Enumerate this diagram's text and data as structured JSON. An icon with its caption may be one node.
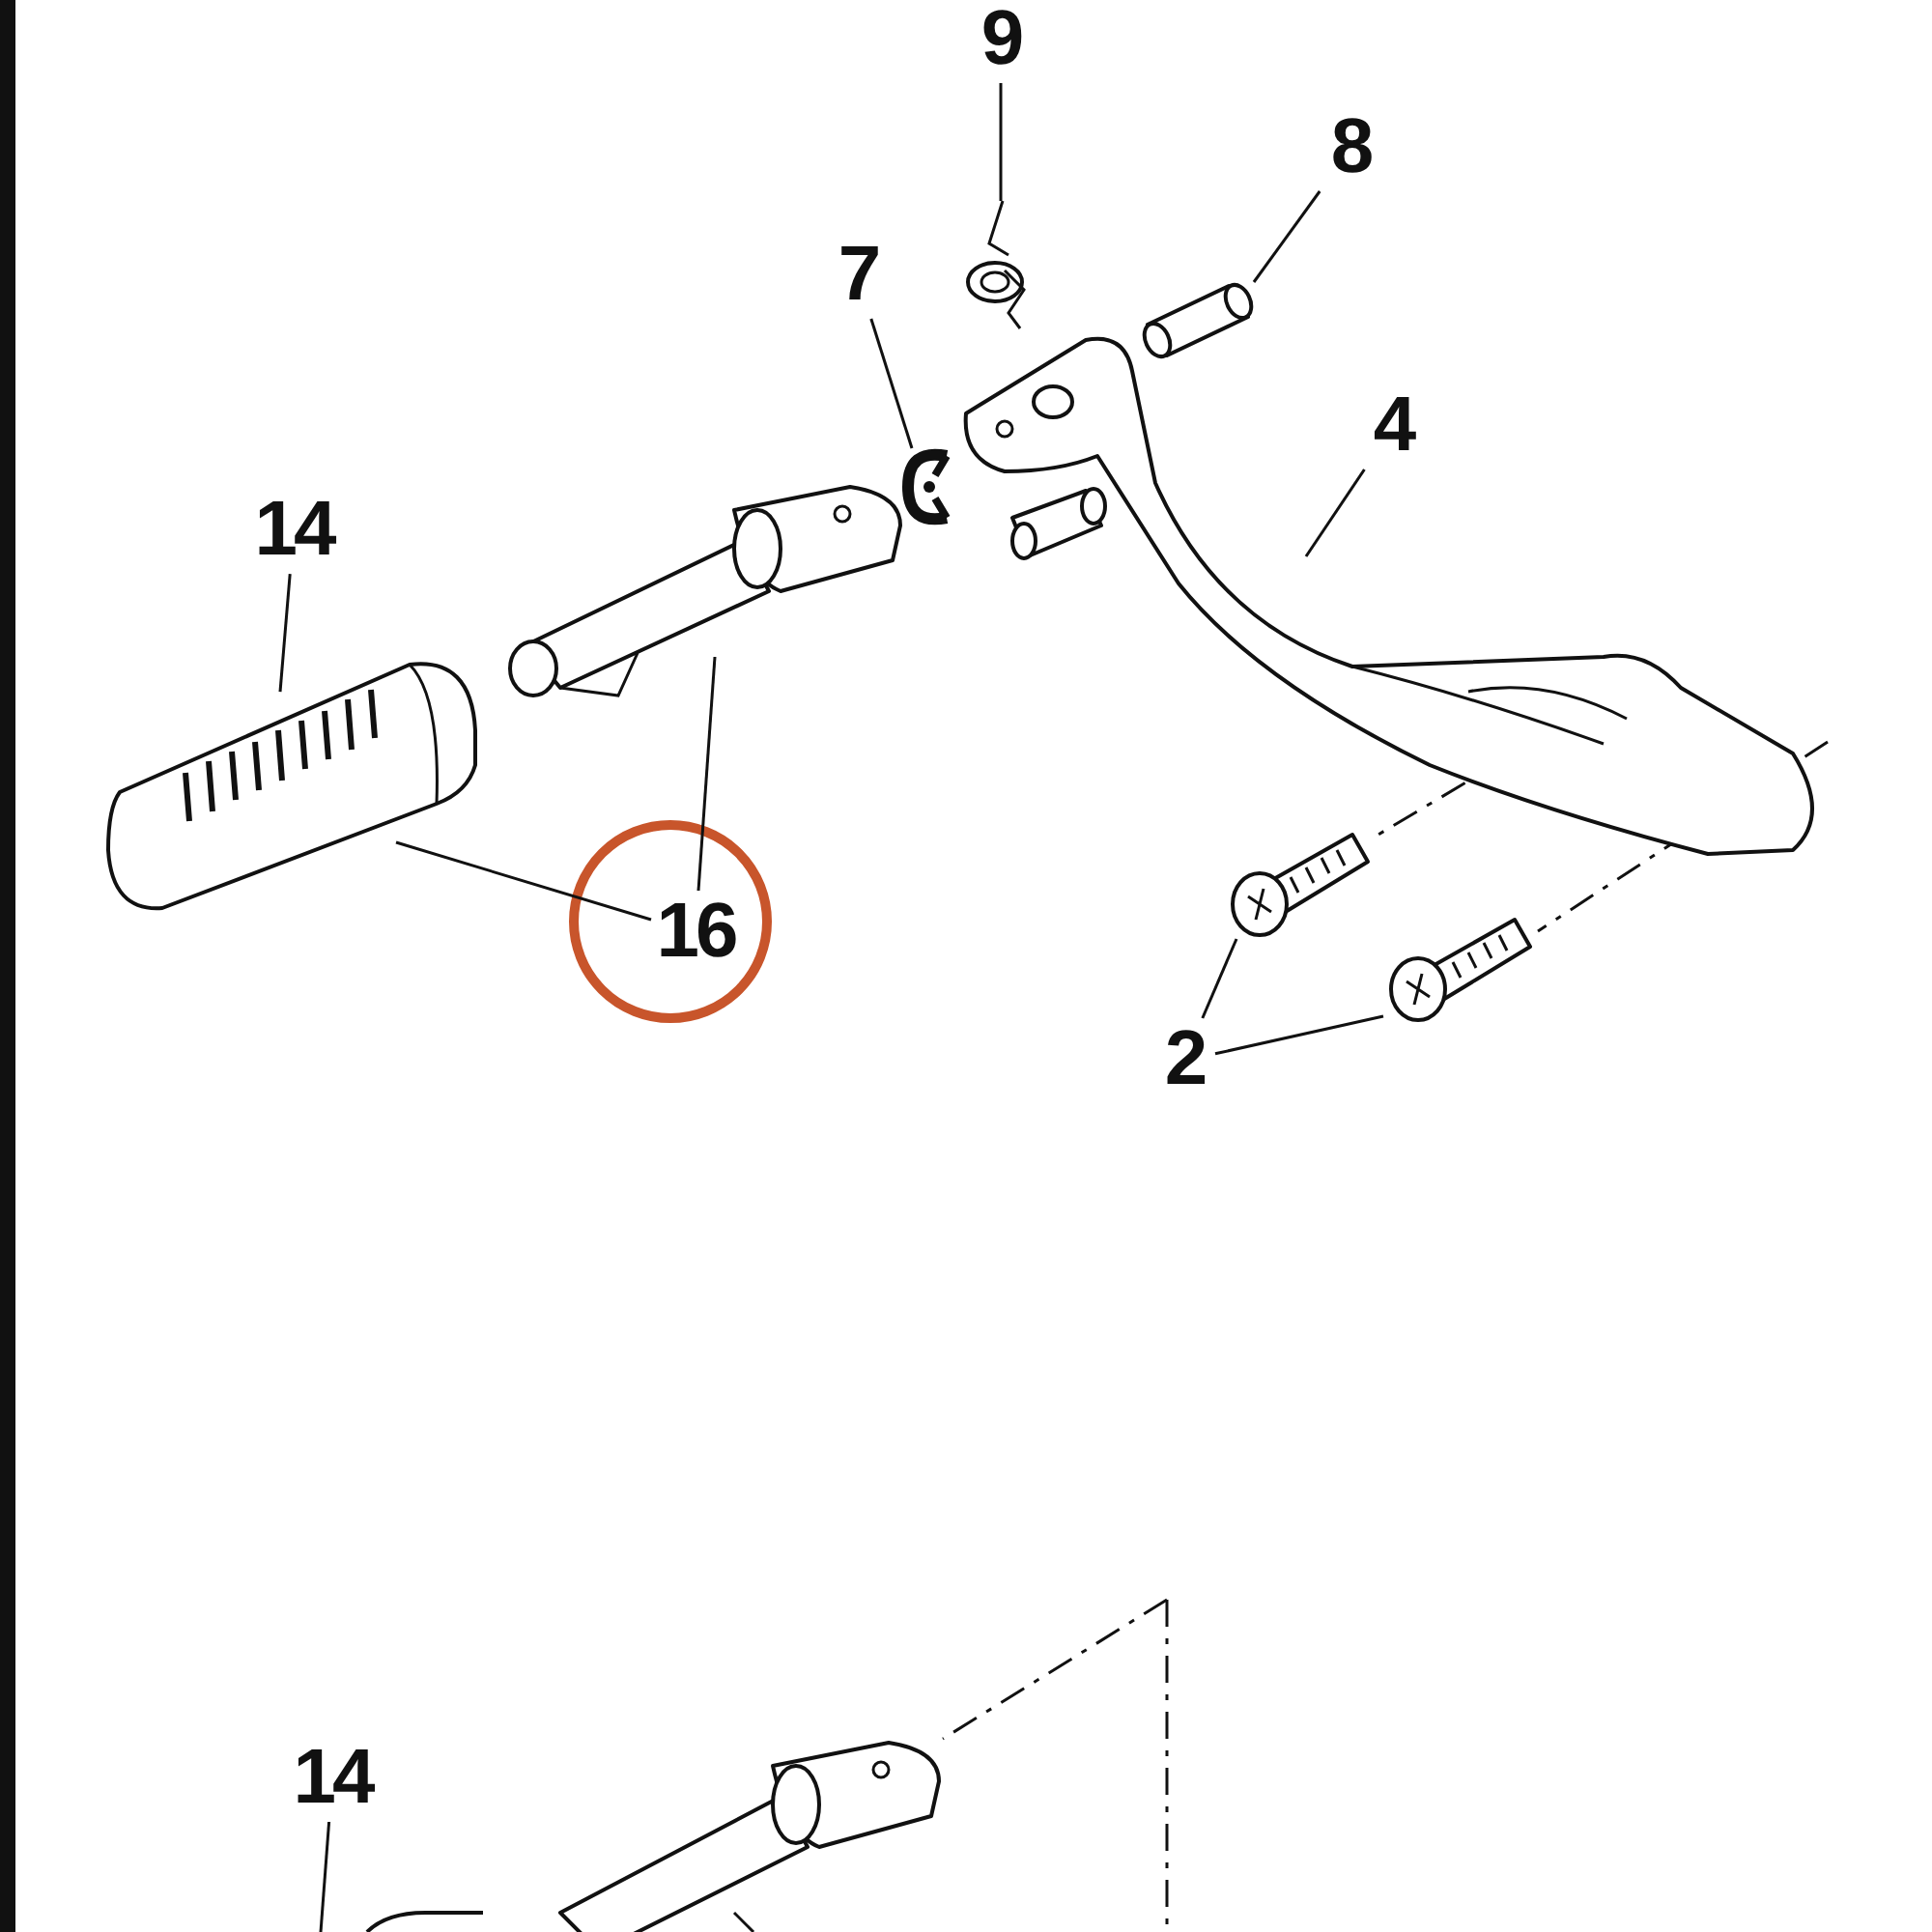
{
  "diagram": {
    "nodes": [
      {
        "text": [
          "9"
        ]
      },
      {
        "text": [],
        "shape": "picture"
      },
      {
        "text": [
          "8"
        ]
      },
      {
        "text": [],
        "shape": "picture"
      },
      {
        "text": [
          "7"
        ]
      },
      {
        "text": [],
        "shape": "picture"
      },
      {
        "text": [
          "4"
        ]
      },
      {
        "text": [],
        "shape": "picture"
      },
      {
        "text": [
          "14"
        ]
      },
      {
        "text": [],
        "shape": "picture"
      },
      {
        "text": [
          "16"
        ]
      },
      {
        "text": [],
        "shape": "picture"
      },
      {
        "text": [
          "2"
        ]
      },
      {
        "text": [],
        "shape": "picture"
      },
      {
        "text": [],
        "shape": "picture"
      },
      {
        "text": [
          "14"
        ]
      },
      {
        "text": [],
        "shape": "picture"
      }
    ],
    "edges": [
      {
        "from": 0,
        "to": 1,
        "arrow": "none"
      },
      {
        "from": 2,
        "to": 3,
        "arrow": "none"
      },
      {
        "from": 4,
        "to": 5,
        "arrow": "none"
      },
      {
        "from": 6,
        "to": 7,
        "arrow": "none"
      },
      {
        "from": 8,
        "to": 9,
        "arrow": "none"
      },
      {
        "from": 10,
        "to": 9,
        "arrow": "none"
      },
      {
        "from": 10,
        "to": 11,
        "arrow": "none"
      },
      {
        "from": 12,
        "to": 13,
        "arrow": "none"
      },
      {
        "from": 12,
        "to": 14,
        "arrow": "none"
      },
      {
        "from": 15,
        "to": 16,
        "arrow": "none"
      }
    ]
  }
}
